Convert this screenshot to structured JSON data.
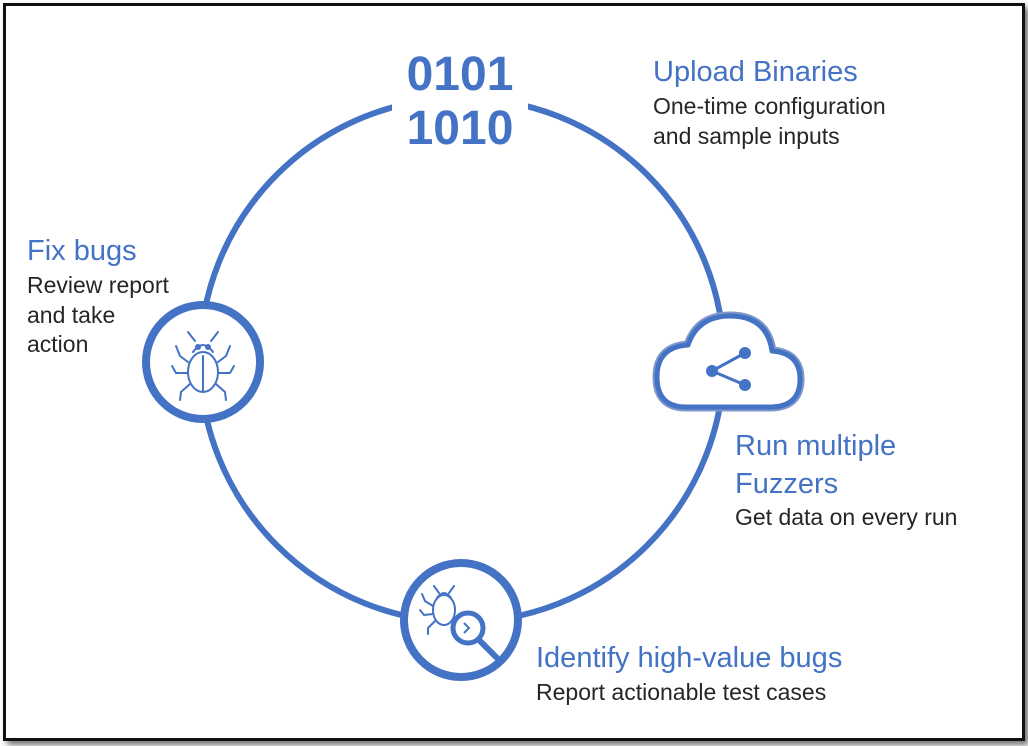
{
  "binary_lines": [
    "0101",
    "1010"
  ],
  "steps": {
    "upload": {
      "title": "Upload Binaries",
      "desc_lines": [
        "One-time configuration",
        "and sample inputs"
      ]
    },
    "run": {
      "title_lines": [
        "Run multiple",
        "Fuzzers"
      ],
      "desc": "Get data on every run"
    },
    "identify": {
      "title": "Identify high-value bugs",
      "desc": "Report actionable test cases"
    },
    "fix": {
      "title": "Fix bugs",
      "desc_lines": [
        "Review report",
        "and take",
        "action"
      ]
    }
  },
  "icons": [
    "binary-digits",
    "cloud-share-icon",
    "bug-magnifier-icon",
    "bug-icon"
  ],
  "colors": {
    "accent": "#4472C4",
    "text": "#262626",
    "frame": "#111111"
  }
}
